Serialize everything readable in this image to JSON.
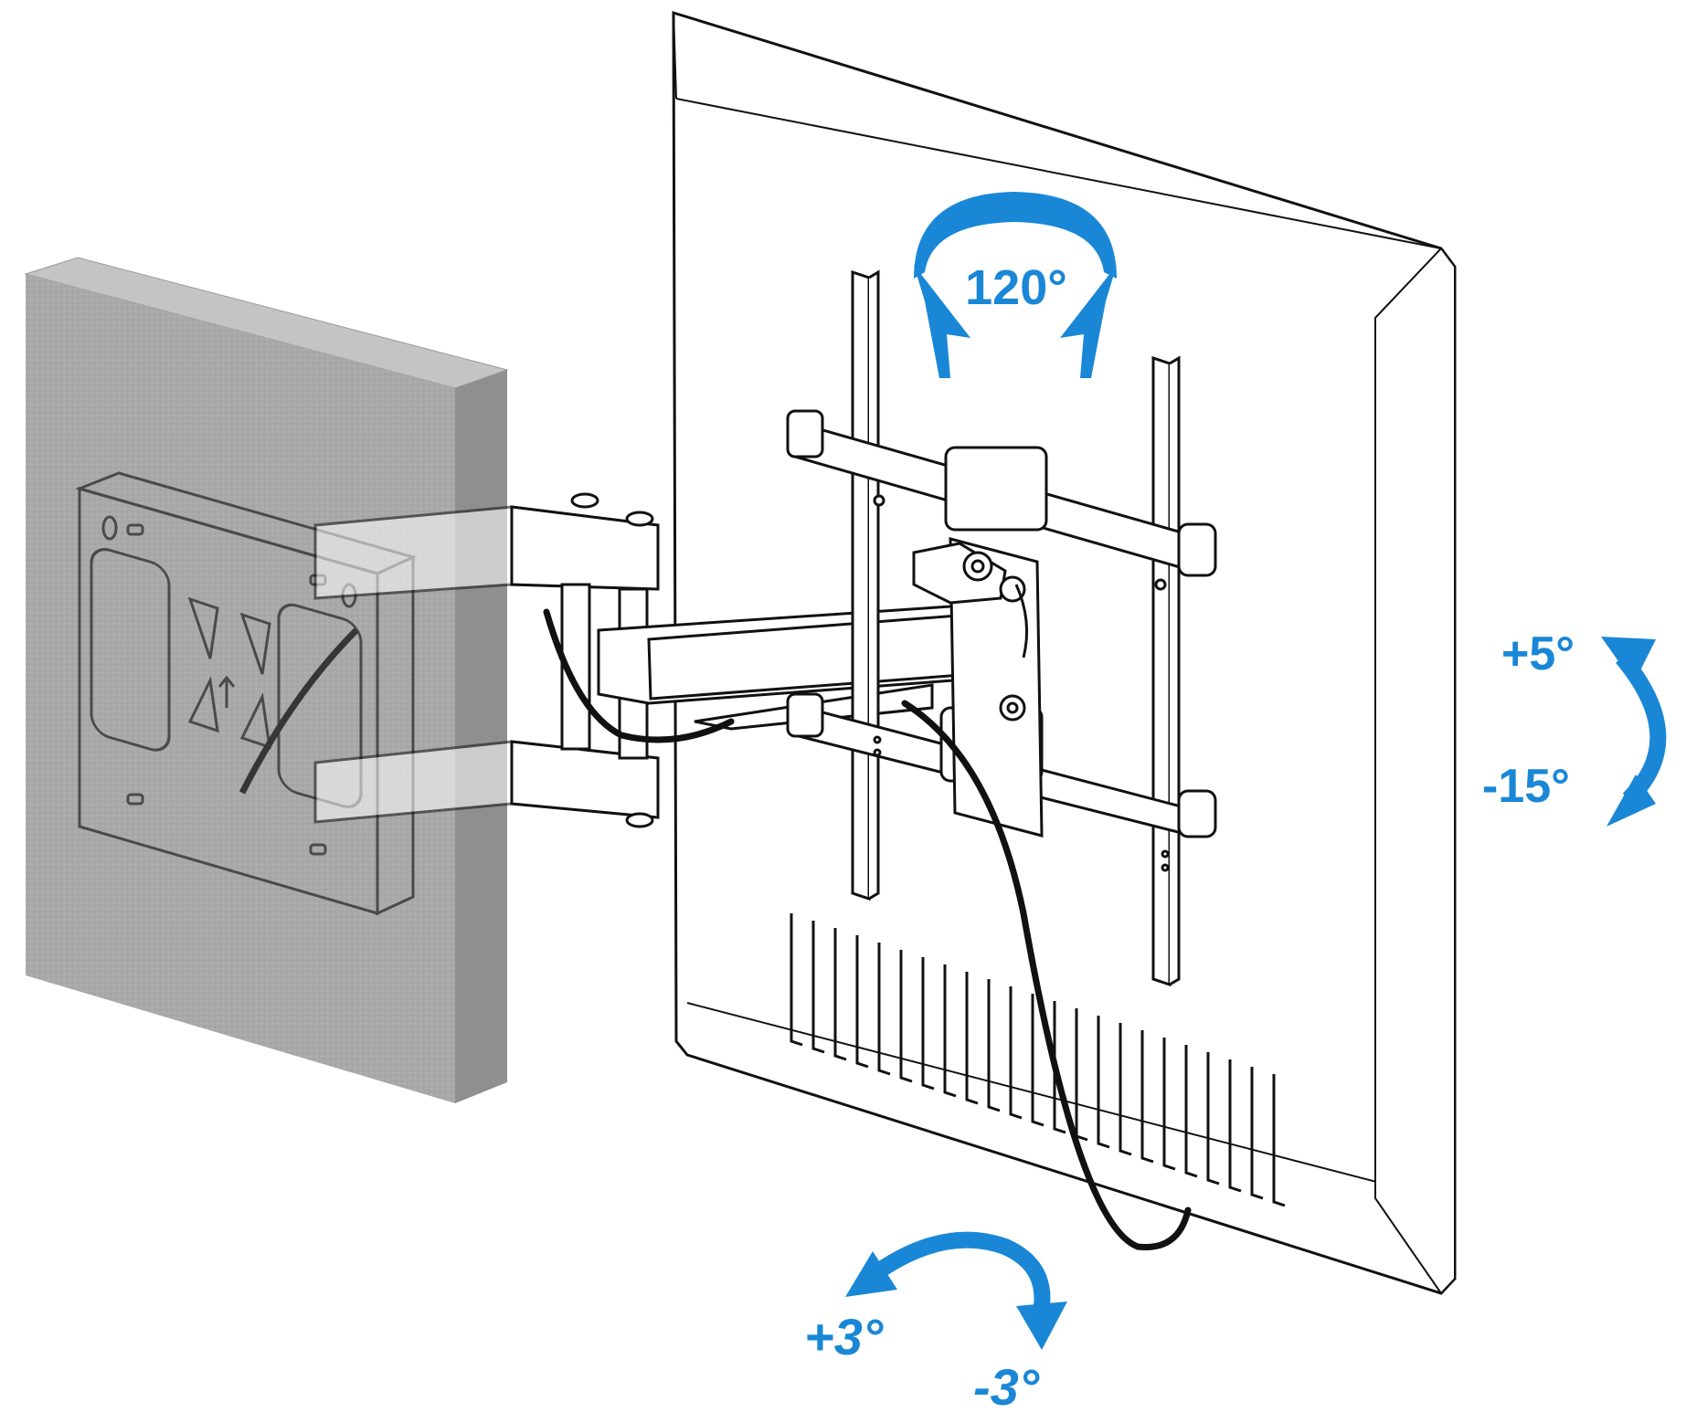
{
  "colors": {
    "wall": "#a8a8a8",
    "wall_edge": "#8d8d8d",
    "accent_blue": "#1a87d6",
    "line": "#111111",
    "tv_fill": "#ffffff"
  },
  "labels": {
    "swivel": "120°",
    "tilt_up": "+5°",
    "tilt_down": "-15°",
    "rotate_plus": "+3°",
    "rotate_minus": "-3°"
  },
  "icons": {
    "swivel_arrow": "curved-double-arrow-horizontal",
    "tilt_arrow": "curved-double-arrow-vertical",
    "rotation_arrow": "curved-double-arrow-bottom"
  }
}
